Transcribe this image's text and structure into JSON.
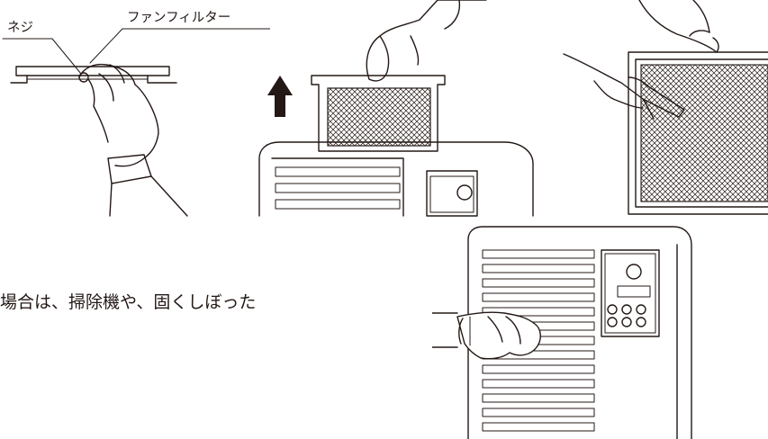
{
  "labels": {
    "screw": "ネジ",
    "fan_filter": "ファンフィルター"
  },
  "body_text": "場合は、掃除機や、固くしぼった",
  "icons": {
    "arrow": "up-arrow-icon"
  }
}
